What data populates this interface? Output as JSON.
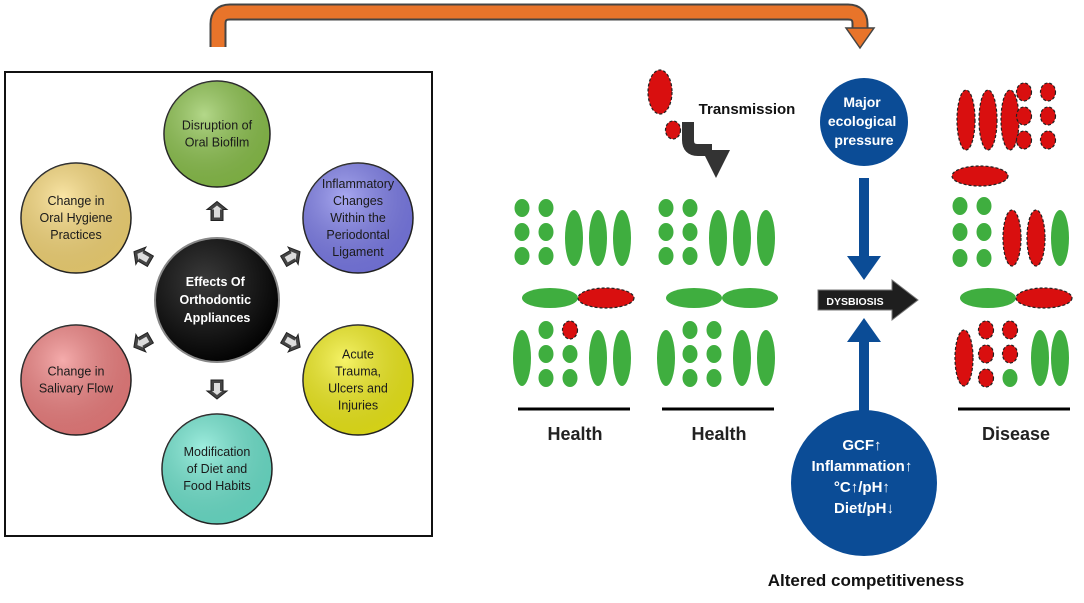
{
  "left_panel": {
    "center": [
      "Effects Of",
      "Orthodontic",
      "Appliances"
    ],
    "effects": [
      {
        "lines": [
          "Disruption of",
          "Oral Biofilm"
        ],
        "color": "#8BC34A"
      },
      {
        "lines": [
          "Inflammatory",
          "Changes",
          "Within the",
          "Periodontal",
          "Ligament"
        ],
        "color": "#7B7BEA"
      },
      {
        "lines": [
          "Acute",
          "Trauma,",
          "Ulcers and",
          "Injuries"
        ],
        "color": "#F2EE17"
      },
      {
        "lines": [
          "Modification",
          "of Diet and",
          "Food Habits"
        ],
        "color": "#6DE6CF"
      },
      {
        "lines": [
          "Change in",
          "Salivary Flow"
        ],
        "color": "#F07F7F"
      },
      {
        "lines": [
          "Change in",
          "Oral Hygiene",
          "Practices"
        ],
        "color": "#F9D977"
      }
    ]
  },
  "right_panel": {
    "transmission": "Transmission",
    "pressure": [
      "Major",
      "ecological",
      "pressure"
    ],
    "dysbiosis": "DYSBIOSIS",
    "factors": [
      "GCF↑",
      "Inflammation↑",
      "°C↑/pH↑",
      "Diet/pH↓"
    ],
    "health_1": "Health",
    "health_2": "Health",
    "disease": "Disease",
    "altered": "Altered competitiveness"
  },
  "colors": {
    "green": "#3FAE3F",
    "red": "#D90F0F",
    "blue": "#0B4C96",
    "orange": "#E8742A"
  }
}
